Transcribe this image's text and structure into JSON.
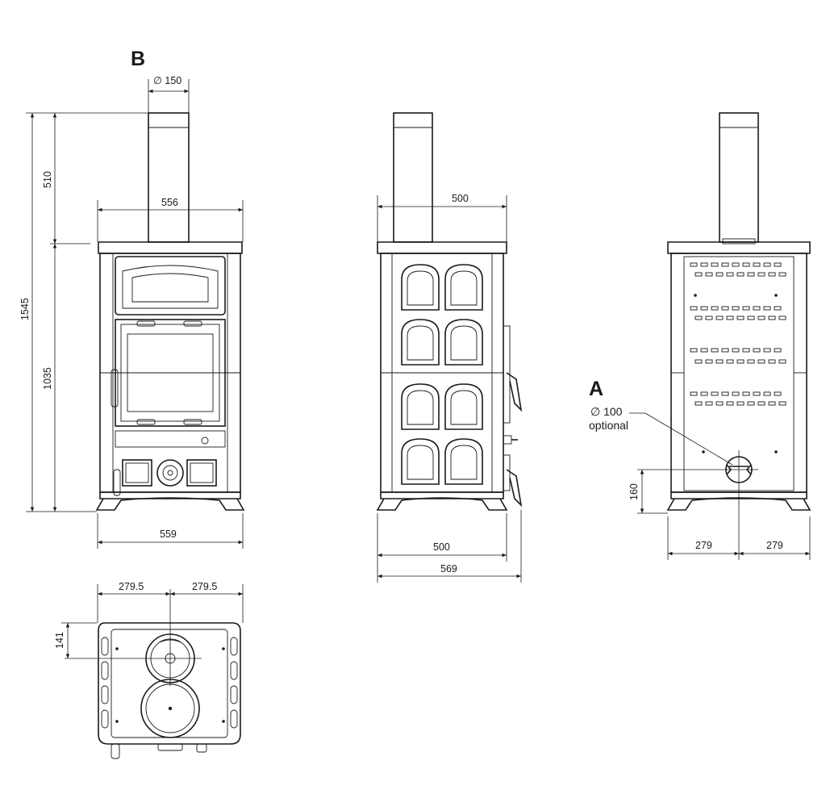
{
  "labels": {
    "flue_outlet": "B",
    "air_inlet": "A",
    "optional": "optional"
  },
  "dims": {
    "flue_diameter": "∅ 150",
    "total_height": "1545",
    "pipe_height": "510",
    "body_height": "1035",
    "front_top_width": "556",
    "front_base_width": "559",
    "side_top_depth": "500",
    "side_base_depth": "500",
    "side_total_depth": "569",
    "rear_left": "279",
    "rear_right": "279",
    "rear_inlet_height": "160",
    "air_diameter": "∅ 100",
    "plan_left": "279.5",
    "plan_right": "279.5",
    "plan_flue_offset": "141"
  }
}
